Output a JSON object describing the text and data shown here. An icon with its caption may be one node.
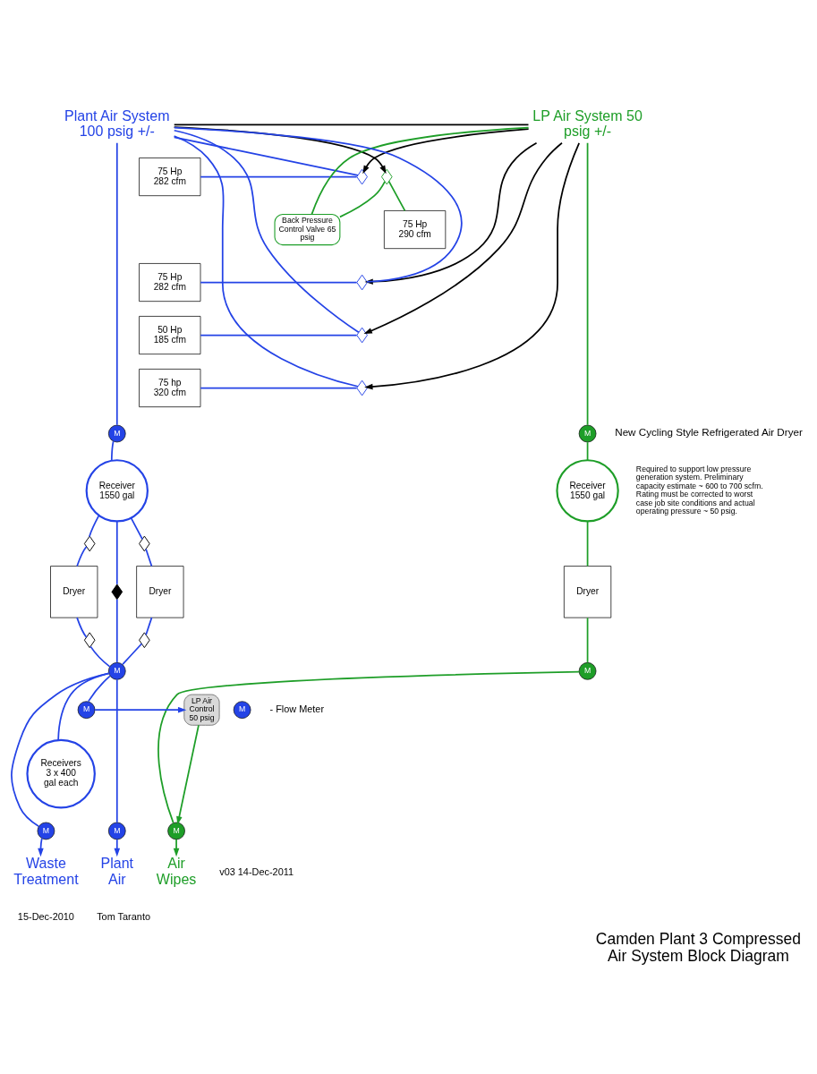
{
  "diagram": {
    "title": "Camden Plant 3 Compressed Air System Block Diagram",
    "nodes": [
      {
        "text": [
          "Plant Air System 100 psig +/-"
        ]
      },
      {
        "text": [
          "LP Air System 50 psig +/-"
        ]
      },
      {
        "text": [
          "75 Hp 282 cfm"
        ]
      },
      {
        "text": [],
        "shape": "valve"
      },
      {
        "text": [],
        "shape": "valve"
      },
      {
        "text": [
          "75 Hp 290 cfm"
        ]
      },
      {
        "text": [
          "Back Pressure Control Valve 65 psig"
        ]
      },
      {
        "text": [
          "75 Hp 282 cfm"
        ]
      },
      {
        "text": [],
        "shape": "valve"
      },
      {
        "text": [
          "50 Hp 185 cfm"
        ]
      },
      {
        "text": [],
        "shape": "valve"
      },
      {
        "text": [
          "75 hp 320 cfm"
        ]
      },
      {
        "text": [],
        "shape": "valve"
      },
      {
        "text": [
          "M"
        ]
      },
      {
        "text": [
          "M"
        ]
      },
      {
        "text": [
          "Receiver 1550 gal"
        ]
      },
      {
        "text": [
          "Receiver 1550 gal"
        ]
      },
      {
        "text": [],
        "shape": "valve"
      },
      {
        "text": [],
        "shape": "valve"
      },
      {
        "text": [
          "Dryer"
        ]
      },
      {
        "text": [],
        "shape": "valve"
      },
      {
        "text": [
          "Dryer"
        ]
      },
      {
        "text": [
          "Dryer"
        ]
      },
      {
        "text": [],
        "shape": "valve"
      },
      {
        "text": [],
        "shape": "valve"
      },
      {
        "text": [
          "LP Air Control 50 psig"
        ]
      },
      {
        "text": [
          "M"
        ]
      },
      {
        "text": [
          "M"
        ]
      },
      {
        "text": [
          "M"
        ]
      },
      {
        "text": [
          "M"
        ],
        "beside": [
          "- Flow Meter"
        ]
      },
      {
        "text": [
          "Receivers 3 x 400 gal each"
        ]
      },
      {
        "text": [
          "M"
        ]
      },
      {
        "text": [
          "M"
        ]
      },
      {
        "text": [
          "M"
        ]
      },
      {
        "text": [
          "Waste Treatment"
        ]
      },
      {
        "text": [
          "Plant Air"
        ]
      },
      {
        "text": [
          "Air Wipes"
        ]
      }
    ],
    "edges": [
      {
        "from": 2,
        "to": 3,
        "arrow": "none"
      },
      {
        "from": 3,
        "to": 0,
        "arrow": "none"
      },
      {
        "from": 0,
        "to": 4,
        "arrow": "to",
        "color": "#000000"
      },
      {
        "from": 5,
        "to": 4,
        "arrow": "none",
        "color": "#1e9e28"
      },
      {
        "from": 1,
        "to": 3,
        "arrow": "to",
        "color": "#000000"
      },
      {
        "from": 4,
        "to": 6,
        "arrow": "none",
        "color": "#1e9e28"
      },
      {
        "from": 0,
        "to": 1,
        "arrow": "none",
        "color": "#000000"
      },
      {
        "from": 6,
        "to": 1,
        "arrow": "none",
        "color": "#1e9e28"
      },
      {
        "from": 7,
        "to": 8,
        "arrow": "none"
      },
      {
        "from": 8,
        "to": 0,
        "arrow": "none"
      },
      {
        "from": 1,
        "to": 8,
        "arrow": "to",
        "color": "#000000"
      },
      {
        "from": 9,
        "to": 10,
        "arrow": "none"
      },
      {
        "from": 10,
        "to": 0,
        "arrow": "none"
      },
      {
        "from": 1,
        "to": 10,
        "arrow": "to",
        "color": "#000000"
      },
      {
        "from": 11,
        "to": 12,
        "arrow": "none"
      },
      {
        "from": 12,
        "to": 0,
        "arrow": "none"
      },
      {
        "from": 1,
        "to": 12,
        "arrow": "to",
        "color": "#000000"
      },
      {
        "from": 0,
        "to": 13,
        "arrow": "none"
      },
      {
        "from": 1,
        "to": 14,
        "arrow": "none",
        "color": "#1e9e28"
      },
      {
        "from": 13,
        "to": 15,
        "arrow": "none"
      },
      {
        "from": 14,
        "to": 16,
        "arrow": "none",
        "color": "#1e9e28"
      },
      {
        "from": 15,
        "to": 17,
        "arrow": "none"
      },
      {
        "from": 15,
        "to": 20,
        "arrow": "none"
      },
      {
        "from": 15,
        "to": 18,
        "arrow": "none"
      },
      {
        "from": 16,
        "to": 22,
        "arrow": "none",
        "color": "#1e9e28"
      },
      {
        "from": 17,
        "to": 19,
        "arrow": "none"
      },
      {
        "from": 18,
        "to": 21,
        "arrow": "none"
      },
      {
        "from": 19,
        "to": 23,
        "arrow": "none"
      },
      {
        "from": 21,
        "to": 24,
        "arrow": "none"
      },
      {
        "from": 23,
        "to": 27,
        "arrow": "none"
      },
      {
        "from": 20,
        "to": 27,
        "arrow": "none"
      },
      {
        "from": 24,
        "to": 27,
        "arrow": "none"
      },
      {
        "from": 22,
        "to": 26,
        "arrow": "none",
        "color": "#1e9e28"
      },
      {
        "from": 27,
        "to": 28,
        "arrow": "none"
      },
      {
        "from": 28,
        "to": 25,
        "arrow": "to"
      },
      {
        "from": 26,
        "to": 33,
        "arrow": "none",
        "color": "#1e9e28"
      },
      {
        "from": 25,
        "to": 33,
        "arrow": "to",
        "color": "#1e9e28"
      },
      {
        "from": 27,
        "to": 30,
        "arrow": "none"
      },
      {
        "from": 27,
        "to": 31,
        "arrow": "none"
      },
      {
        "from": 27,
        "to": 32,
        "arrow": "none"
      },
      {
        "from": 31,
        "to": 34,
        "arrow": "to"
      },
      {
        "from": 32,
        "to": 35,
        "arrow": "to"
      },
      {
        "from": 33,
        "to": 36,
        "arrow": "to",
        "color": "#1e9e28"
      }
    ],
    "labels": [
      "New Cycling Style Refrigerated Air Dryer",
      "Required to support low pressure generation system. Preliminary capacity estimate ~ 600 to 700 scfm. Rating must be corrected to worst case job site conditions and actual operating pressure ~ 50 psig.",
      "v03 14-Dec-2011",
      "15-Dec-2010",
      "Tom Taranto"
    ]
  }
}
